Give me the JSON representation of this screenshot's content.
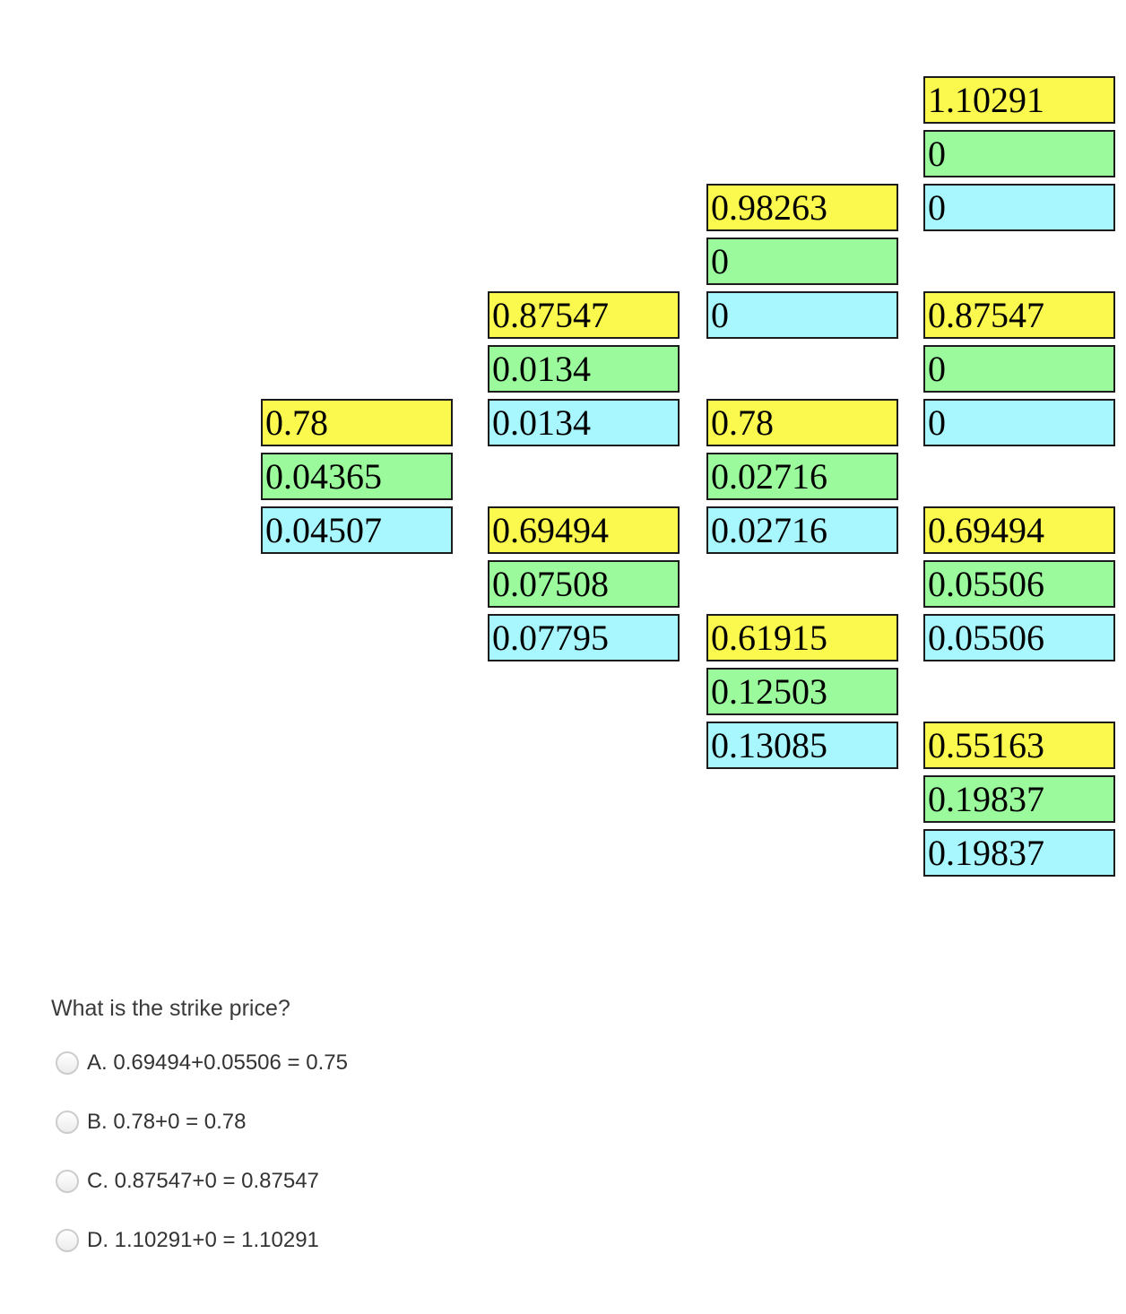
{
  "tree": {
    "cell_colors": {
      "yellow": "#FBF84E",
      "green": "#9BFA9B",
      "cyan": "#A8F6FE"
    },
    "nodes": [
      {
        "name": "root",
        "values": [
          "0.78",
          "0.04365",
          "0.04507"
        ]
      },
      {
        "name": "up",
        "values": [
          "0.87547",
          "0.0134",
          "0.0134"
        ]
      },
      {
        "name": "down",
        "values": [
          "0.69494",
          "0.07508",
          "0.07795"
        ]
      },
      {
        "name": "up-up",
        "values": [
          "0.98263",
          "0",
          "0"
        ]
      },
      {
        "name": "up-down",
        "values": [
          "0.78",
          "0.02716",
          "0.02716"
        ]
      },
      {
        "name": "down-down",
        "values": [
          "0.61915",
          "0.12503",
          "0.13085"
        ]
      },
      {
        "name": "up-up-up",
        "values": [
          "1.10291",
          "0",
          "0"
        ]
      },
      {
        "name": "up-up-down",
        "values": [
          "0.87547",
          "0",
          "0"
        ]
      },
      {
        "name": "up-down-down",
        "values": [
          "0.69494",
          "0.05506",
          "0.05506"
        ]
      },
      {
        "name": "down-down-down",
        "values": [
          "0.55163",
          "0.19837",
          "0.19837"
        ]
      }
    ]
  },
  "question": {
    "text": "What is the strike price?",
    "options": [
      "A. 0.69494+0.05506 = 0.75",
      "B. 0.78+0 = 0.78",
      "C. 0.87547+0 = 0.87547",
      "D. 1.10291+0 = 1.10291"
    ]
  }
}
